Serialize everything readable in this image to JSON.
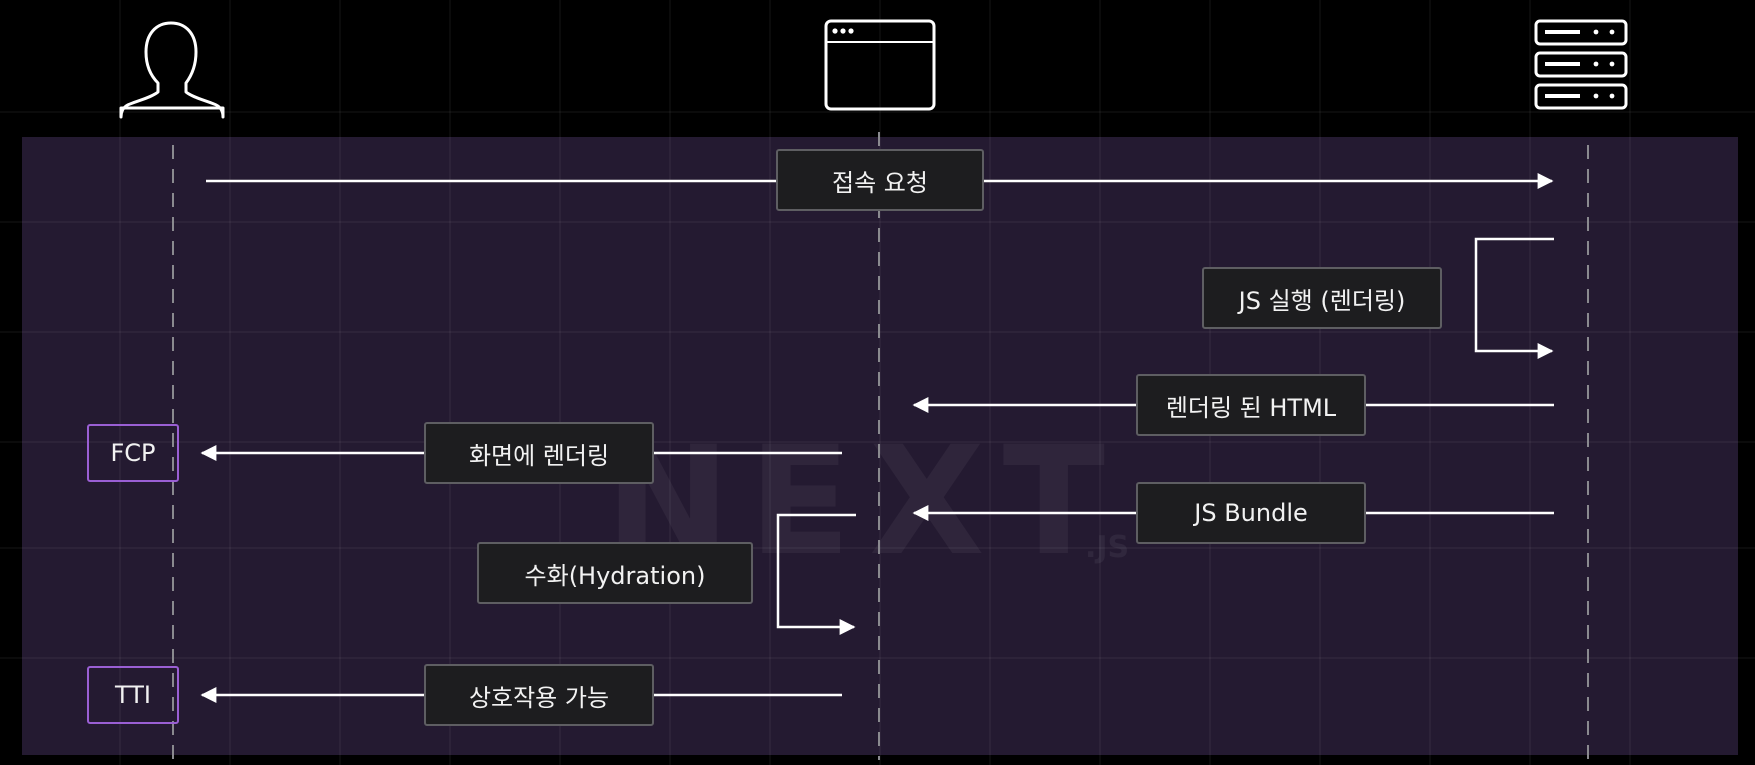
{
  "actors": {
    "user": {
      "icon": "user-icon"
    },
    "browser": {
      "icon": "browser-window-icon"
    },
    "server": {
      "icon": "server-icon"
    }
  },
  "watermark": {
    "main": "NEXT",
    "sub": ".JS"
  },
  "messages": {
    "connect_request": "접속 요청",
    "js_execute": "JS 실행 (렌더링)",
    "rendered_html": "렌더링 된 HTML",
    "render_screen": "화면에 렌더링",
    "js_bundle": "JS Bundle",
    "hydration": "수화(Hydration)",
    "interactive": "상호작용 가능"
  },
  "milestones": {
    "fcp": "FCP",
    "tti": "TTI"
  },
  "colors": {
    "background": "#000000",
    "panel": "#241a31",
    "arrow": "#ffffff",
    "box_fill": "#1d1d1f",
    "box_border": "#5e5e62",
    "badge_border": "#9a5fd4",
    "lifeline": "#8a8a8f"
  }
}
